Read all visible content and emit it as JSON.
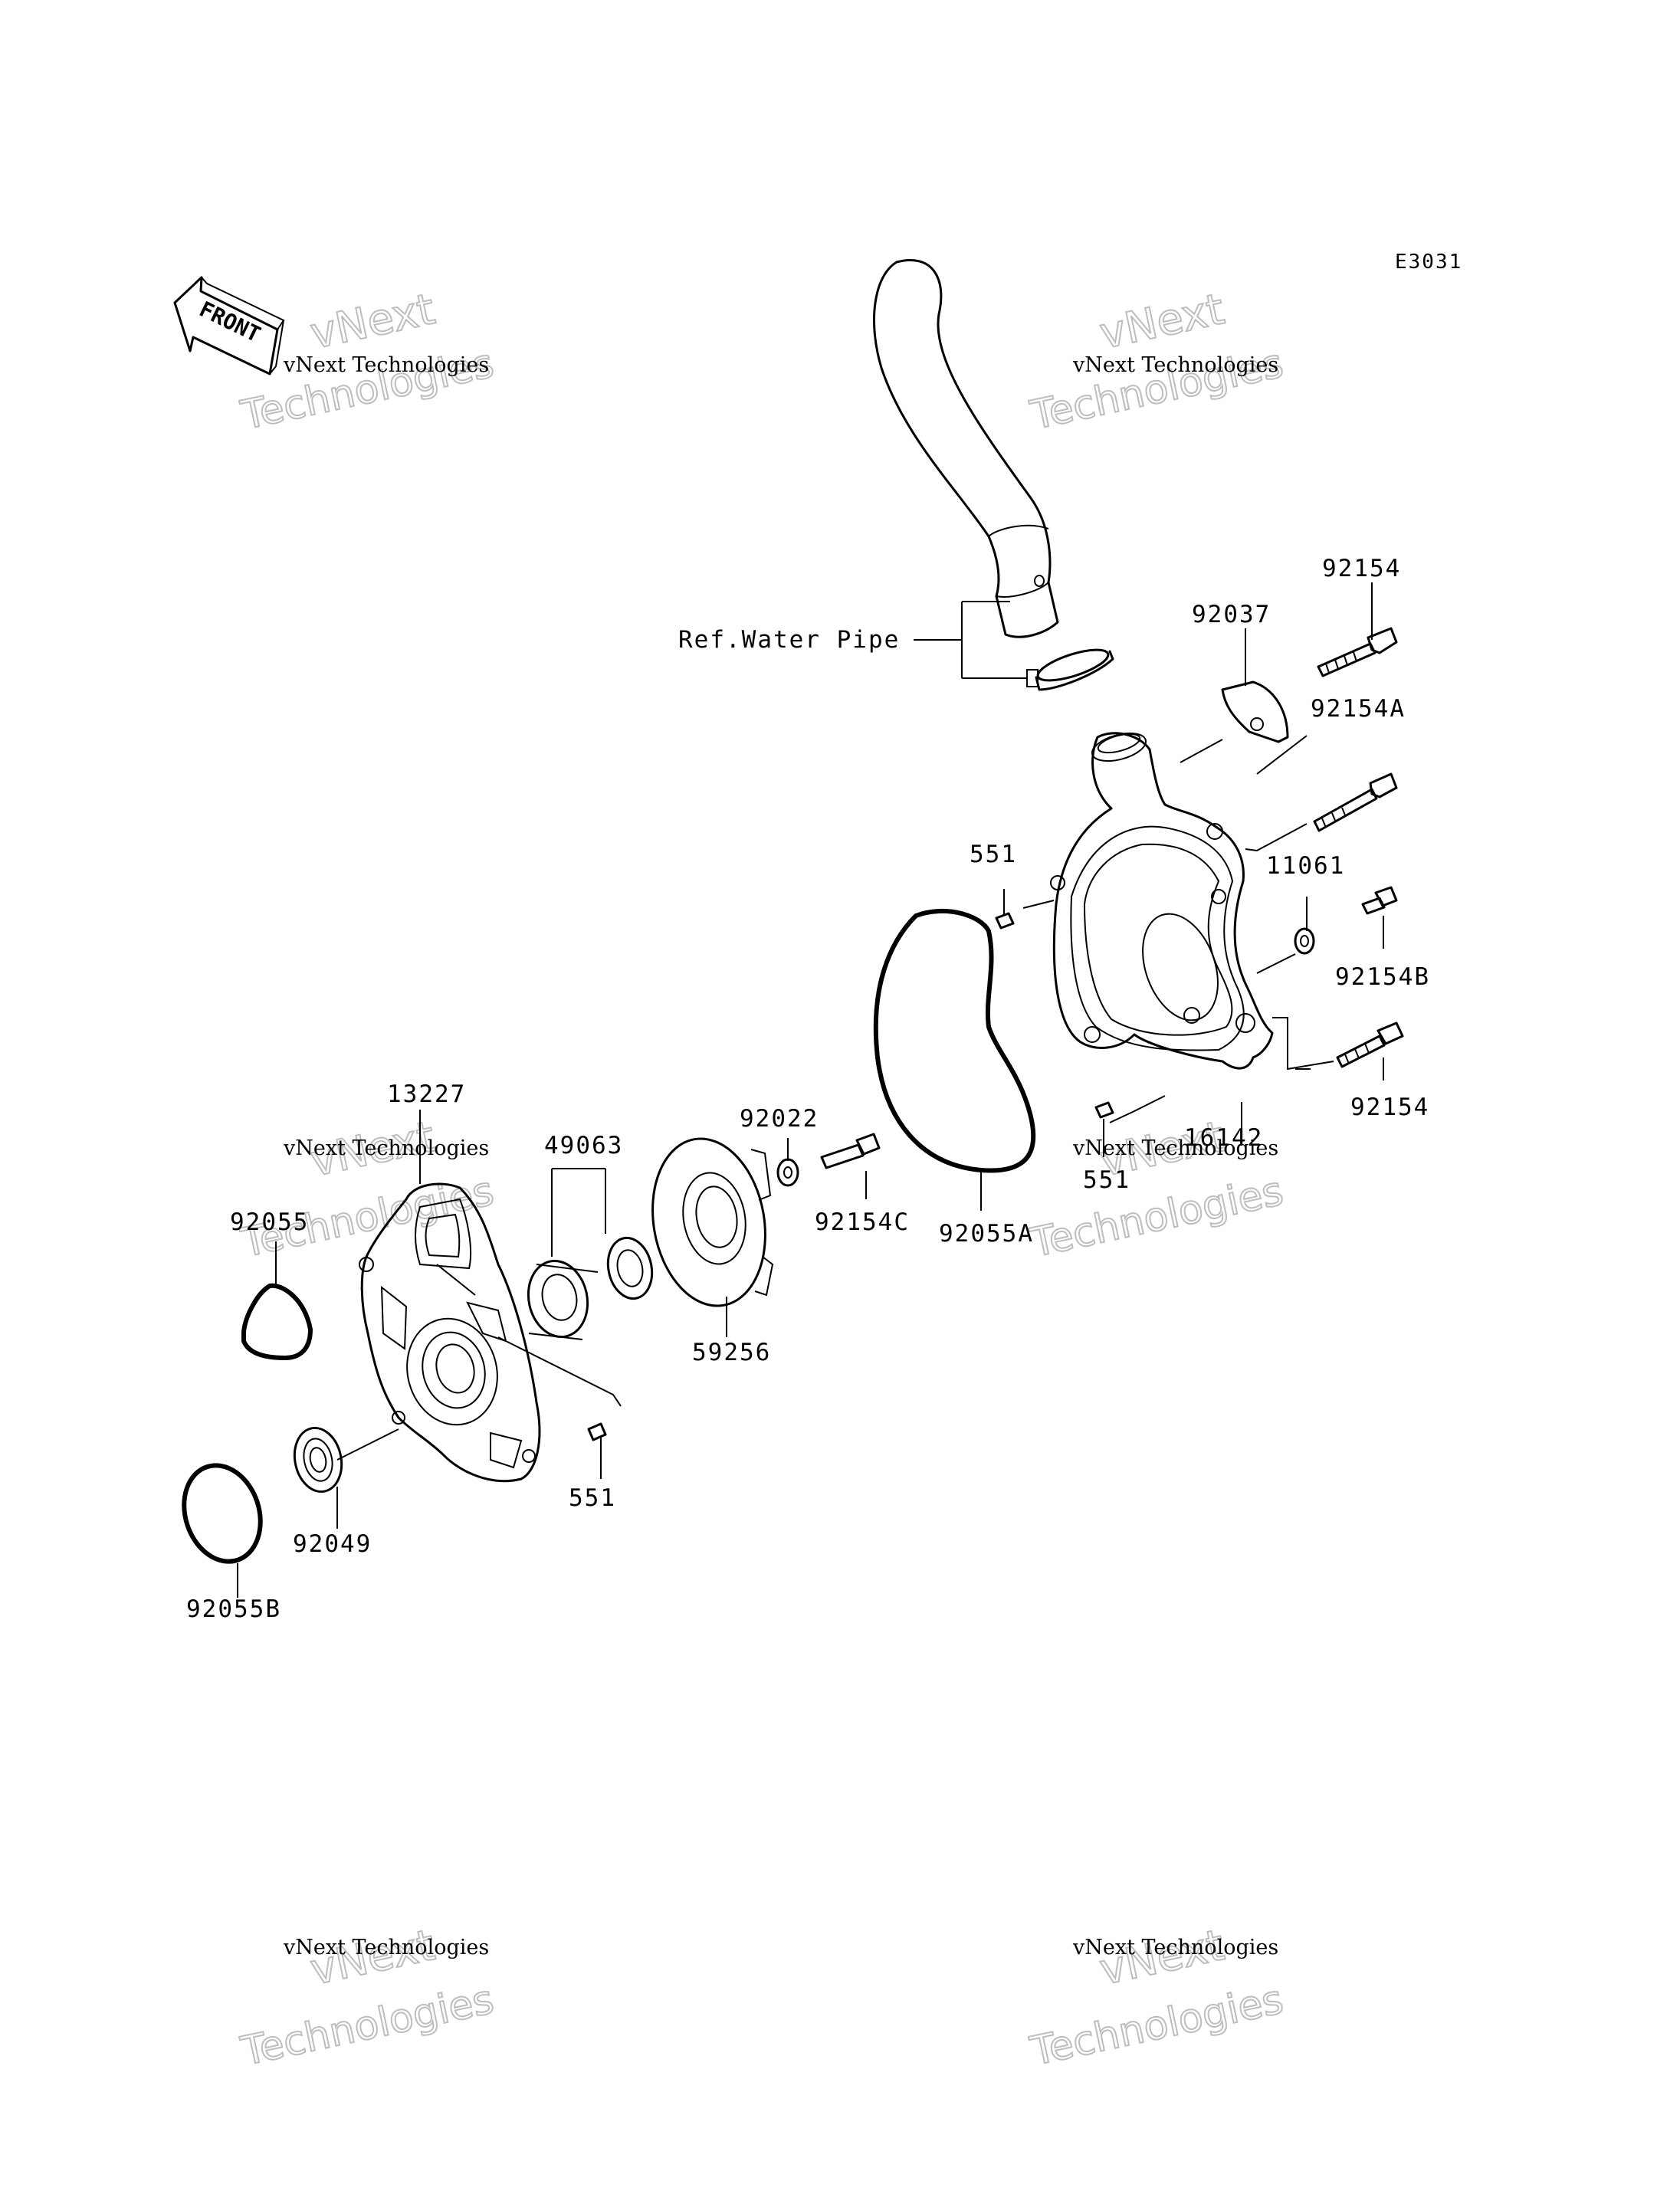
{
  "diagram_code": "E3031",
  "front_label": "FRONT",
  "reference_label": "Ref.Water Pipe",
  "watermark": {
    "line1": "vNext Technologies",
    "line2": "Technologies",
    "line3": "vNext"
  },
  "parts": {
    "p92154_top": "92154",
    "p92037": "92037",
    "p92154A": "92154A",
    "p551_top": "551",
    "p11061": "11061",
    "p92154B": "92154B",
    "p92154_right": "92154",
    "p16142": "16142",
    "p551_mid": "551",
    "p92022": "92022",
    "p92154C": "92154C",
    "p92055A": "92055A",
    "p13227": "13227",
    "p49063": "49063",
    "p92055": "92055",
    "p59256": "59256",
    "p551_bottom": "551",
    "p92049": "92049",
    "p92055B": "92055B"
  }
}
